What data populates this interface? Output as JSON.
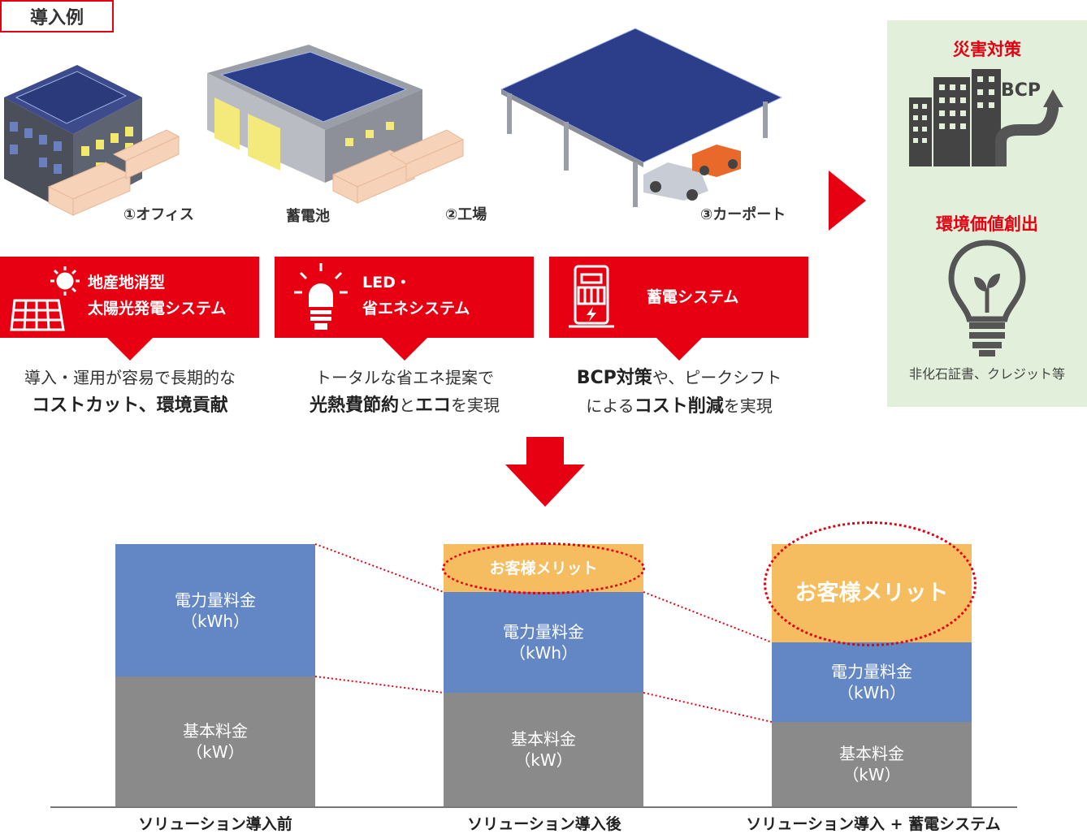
{
  "header": {
    "tag": "導入例"
  },
  "captions": {
    "office": "①オフィス",
    "battery": "蓄電池",
    "factory": "②工場",
    "carport": "③カーポート"
  },
  "systems": [
    {
      "line1": "地産地消型",
      "line2": "太陽光発電システム",
      "icon": "solar-panel-sun-icon"
    },
    {
      "line1": "LED・",
      "line2": "省エネシステム",
      "icon": "light-bulb-icon"
    },
    {
      "line1": "蓄電システム",
      "line2": "",
      "icon": "battery-storage-icon"
    }
  ],
  "descriptions": [
    {
      "line1": "導入・運用が容易で長期的な",
      "bold1": "コストカット、環境貢献"
    },
    {
      "line1": "トータルな省エネ提案で",
      "bold1": "光熱費節約",
      "mid": "と",
      "bold2": "エコ",
      "tail": "を実現"
    },
    {
      "bold0": "BCP対策",
      "line1": "や、ピークシフト",
      "pre2": "による",
      "bold1": "コスト削減",
      "tail": "を実現"
    }
  ],
  "benefits": {
    "disaster_title": "災害対策",
    "bcp_label": "BCP",
    "env_title": "環境価値創出",
    "env_note": "非化石証書、クレジット等"
  },
  "colors": {
    "accent": "#e60012",
    "panel": "#e2efdb",
    "base": "#8a8a8a",
    "energy": "#6287c4",
    "merit": "#f6bd60"
  },
  "chart_data": {
    "type": "bar",
    "stacked": true,
    "categories": [
      "ソリューション導入前",
      "ソリューション導入後",
      "ソリューション導入＋蓄電システム"
    ],
    "category_labels": [
      "ソリューション導入前",
      "ソリューション導入後",
      "ソリューション導入 + 蓄電システム"
    ],
    "series": [
      {
        "name": "基本料金",
        "unit": "（kW）",
        "values": [
          160,
          140,
          104
        ]
      },
      {
        "name": "電力量料金",
        "unit": "（kWh）",
        "values": [
          163,
          124,
          98
        ]
      },
      {
        "name": "お客様メリット",
        "values": [
          0,
          59,
          121
        ]
      }
    ],
    "merit_label": "お客様メリット"
  }
}
